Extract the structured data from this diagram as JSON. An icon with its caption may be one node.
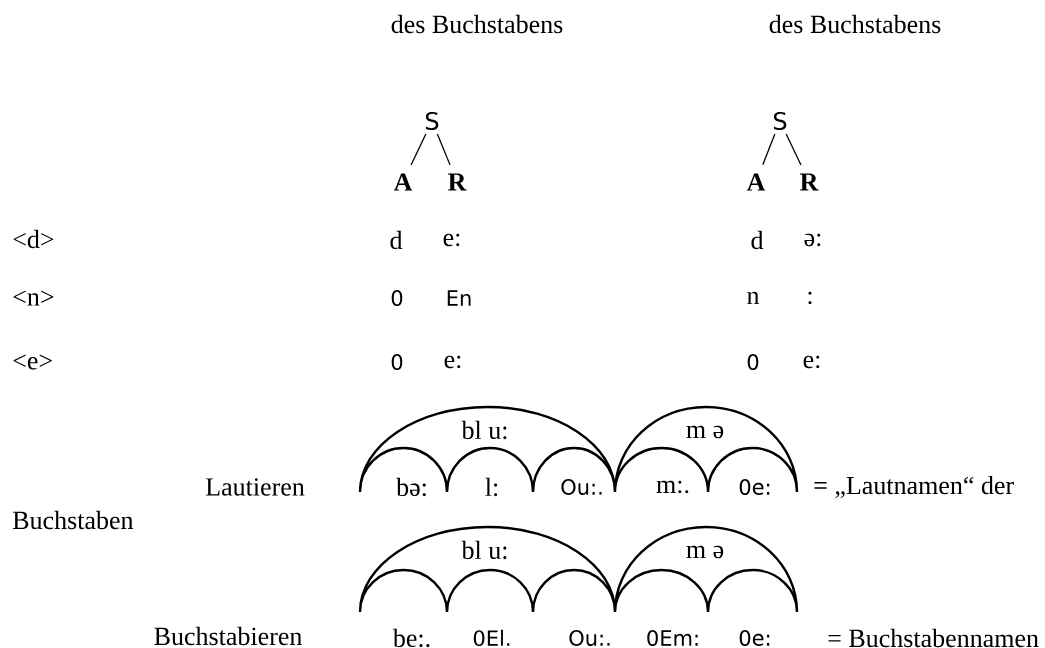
{
  "diagram": {
    "nodes": [
      {
        "text": [
          "S"
        ]
      },
      {
        "text": [
          "A"
        ]
      },
      {
        "text": [
          "R"
        ]
      },
      {
        "text": [
          "S"
        ]
      },
      {
        "text": [
          "A"
        ]
      },
      {
        "text": [
          "R"
        ]
      }
    ],
    "edges": [
      {
        "from": 0,
        "to": 1,
        "arrow": "none"
      },
      {
        "from": 0,
        "to": 2,
        "arrow": "none"
      },
      {
        "from": 3,
        "to": 4,
        "arrow": "none"
      },
      {
        "from": 3,
        "to": 5,
        "arrow": "none"
      }
    ],
    "labels": [
      "des Buchstabens",
      "des Buchstabens",
      "<d>",
      "d",
      "e:",
      "d",
      "ə:",
      "<n>",
      "0",
      "En",
      "n",
      ":",
      "<e>",
      "0",
      "e:",
      "0",
      "e:",
      "bl u:",
      "m ə",
      "Lautieren",
      "bə:",
      "l:",
      "Ou:.",
      "m:.",
      "0e:",
      "= „Lautnamen“ der",
      "Buchstaben",
      "bl u:",
      "m ə",
      "Buchstabieren",
      "be:.",
      "0El.",
      "Ou:.",
      "0Em:",
      "0e:",
      "= Buchstabennamen"
    ]
  }
}
